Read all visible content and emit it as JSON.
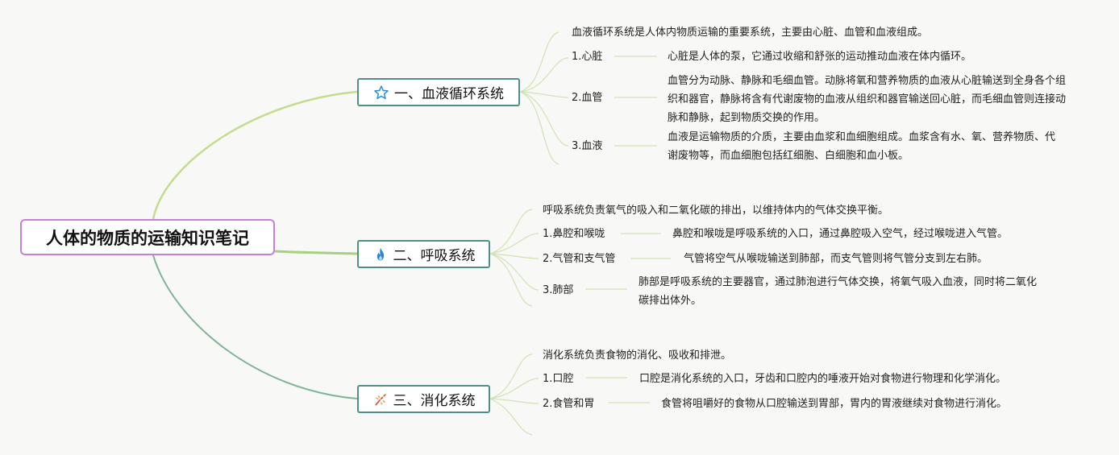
{
  "root": {
    "title": "人体的物质的运输知识笔记"
  },
  "branches": [
    {
      "title": "一、血液循环系统",
      "icon": "star-outline-icon",
      "summary": "血液循环系统是人体内物质运输的重要系统，主要由心脏、血管和血液组成。",
      "items": [
        {
          "label": "1.心脏",
          "desc": "心脏是人体的泵，它通过收缩和舒张的运动推动血液在体内循环。"
        },
        {
          "label": "2.血管",
          "desc": "血管分为动脉、静脉和毛细血管。动脉将氧和营养物质的血液从心脏输送到全身各个组织和器官，静脉将含有代谢废物的血液从组织和器官输送回心脏，而毛细血管则连接动脉和静脉，起到物质交换的作用。"
        },
        {
          "label": "3.血液",
          "desc": "血液是运输物质的介质，主要由血浆和血细胞组成。血浆含有水、氧、营养物质、代谢废物等，而血细胞包括红细胞、白细胞和血小板。"
        }
      ]
    },
    {
      "title": "二、呼吸系统",
      "icon": "flame-icon",
      "summary": "呼吸系统负责氧气的吸入和二氧化碳的排出，以维持体内的气体交换平衡。",
      "items": [
        {
          "label": "1.鼻腔和喉咙",
          "desc": "鼻腔和喉咙是呼吸系统的入口，通过鼻腔吸入空气，经过喉咙进入气管。"
        },
        {
          "label": "2.气管和支气管",
          "desc": "气管将空气从喉咙输送到肺部，而支气管则将气管分支到左右肺。"
        },
        {
          "label": "3.肺部",
          "desc": "肺部是呼吸系统的主要器官，通过肺泡进行气体交换，将氧气吸入血液，同时将二氧化碳排出体外。"
        }
      ]
    },
    {
      "title": "三、消化系统",
      "icon": "fireworks-icon",
      "summary": "消化系统负责食物的消化、吸收和排泄。",
      "items": [
        {
          "label": "1.口腔",
          "desc": "口腔是消化系统的入口，牙齿和口腔内的唾液开始对食物进行物理和化学消化。"
        },
        {
          "label": "2.食管和胃",
          "desc": "食管将咀嚼好的食物从口腔输送到胃部，胃内的胃液继续对食物进行消化。"
        }
      ]
    }
  ],
  "colors": {
    "root_border": "#c87fd6",
    "branch_border": "#4f8f86",
    "link_top": "#c3dc8e",
    "link_mid": "#a9cf82",
    "link_bottom": "#7fb395",
    "leaf_line": "#cfe3b4"
  }
}
